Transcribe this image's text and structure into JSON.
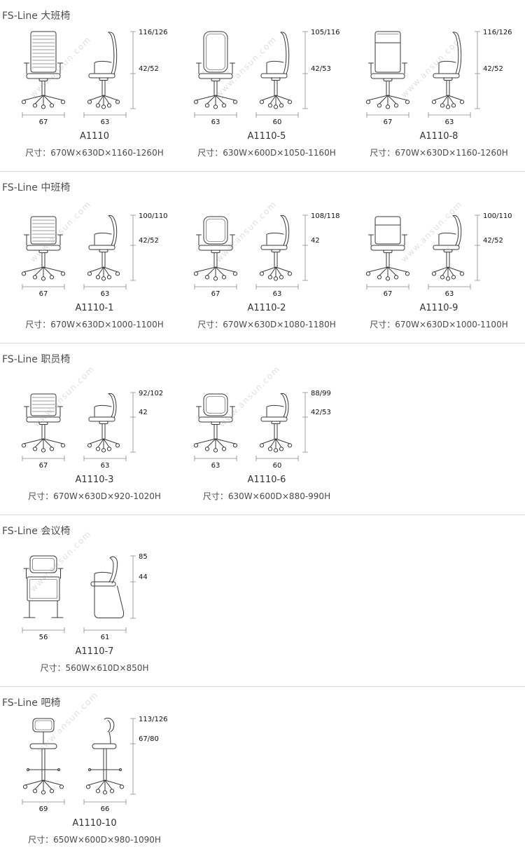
{
  "page": {
    "background": "#ffffff",
    "divider_color": "#dcdcdc",
    "drawing_line_color": "#3a3a3a",
    "dimension_line_color": "#8a8a8a"
  },
  "watermark": {
    "text": "www.ansun.com"
  },
  "sections": [
    {
      "title": "FS-Line 大班椅",
      "products": [
        {
          "model": "A1110",
          "front_view": "front-high-lined",
          "side_view": "side-high-arm",
          "height_overall": "116/126",
          "height_seat": "42/52",
          "width_front": "67",
          "width_side": "63",
          "size": "尺寸：670W×630D×1160-1260H"
        },
        {
          "model": "A1110-5",
          "front_view": "front-high-plain",
          "side_view": "side-high-arm",
          "height_overall": "105/116",
          "height_seat": "42/53",
          "width_front": "63",
          "width_side": "60",
          "size": "尺寸：630W×600D×1050-1160H"
        },
        {
          "model": "A1110-8",
          "front_view": "front-high-headrest",
          "side_view": "side-high-arm",
          "height_overall": "116/126",
          "height_seat": "42/52",
          "width_front": "67",
          "width_side": "63",
          "size": "尺寸：670W×630D×1160-1260H"
        }
      ]
    },
    {
      "title": "FS-Line 中班椅",
      "products": [
        {
          "model": "A1110-1",
          "front_view": "front-mid-lined",
          "side_view": "side-mid-arm",
          "height_overall": "100/110",
          "height_seat": "42/52",
          "width_front": "67",
          "width_side": "63",
          "size": "尺寸：670W×630D×1000-1100H"
        },
        {
          "model": "A1110-2",
          "front_view": "front-mid-plain",
          "side_view": "side-mid-arm",
          "height_overall": "108/118",
          "height_seat": "42",
          "width_front": "67",
          "width_side": "63",
          "size": "尺寸：670W×630D×1080-1180H"
        },
        {
          "model": "A1110-9",
          "front_view": "front-mid-headrest",
          "side_view": "side-mid-arm",
          "height_overall": "100/110",
          "height_seat": "42/52",
          "width_front": "67",
          "width_side": "63",
          "size": "尺寸：670W×630D×1000-1100H"
        }
      ]
    },
    {
      "title": "FS-Line 职员椅",
      "products": [
        {
          "model": "A1110-3",
          "front_view": "front-low-lined",
          "side_view": "side-low-arm",
          "height_overall": "92/102",
          "height_seat": "42",
          "width_front": "67",
          "width_side": "63",
          "size": "尺寸：670W×630D×920-1020H"
        },
        {
          "model": "A1110-6",
          "front_view": "front-low-plain",
          "side_view": "side-low-arm",
          "height_overall": "88/99",
          "height_seat": "42/53",
          "width_front": "63",
          "width_side": "60",
          "size": "尺寸：630W×600D×880-990H"
        }
      ]
    },
    {
      "title": "FS-Line 会议椅",
      "products": [
        {
          "model": "A1110-7",
          "front_view": "cant-front",
          "side_view": "cant-side",
          "height_overall": "85",
          "height_seat": "44",
          "width_front": "56",
          "width_side": "61",
          "size": "尺寸：560W×610D×850H"
        }
      ]
    },
    {
      "title": "FS-Line 吧椅",
      "products": [
        {
          "model": "A1110-10",
          "front_view": "bar-front",
          "side_view": "bar-side",
          "height_overall": "113/126",
          "height_seat": "67/80",
          "width_front": "69",
          "width_side": "66",
          "size": "尺寸：650W×600D×980-1090H"
        }
      ]
    }
  ]
}
